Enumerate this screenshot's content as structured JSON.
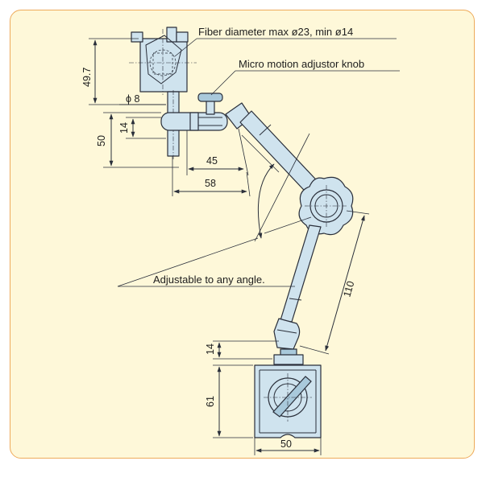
{
  "labels": {
    "fiber_diameter": "Fiber diameter max ø23, min ø14",
    "micro_motion": "Micro motion adjustor knob",
    "adjustable": "Adjustable to any angle."
  },
  "dimensions": {
    "d_49_7": "49.7",
    "d_phi8": "ϕ 8",
    "d_14_top": "14",
    "d_50_left": "50",
    "d_45": "45",
    "d_58": "58",
    "d_110": "110",
    "d_14_base": "14",
    "d_61": "61",
    "d_50_base": "50"
  },
  "colors": {
    "panel_background": "#fef8d9",
    "panel_border": "#eeaa5a",
    "part_fill": "#cfe3ee"
  }
}
